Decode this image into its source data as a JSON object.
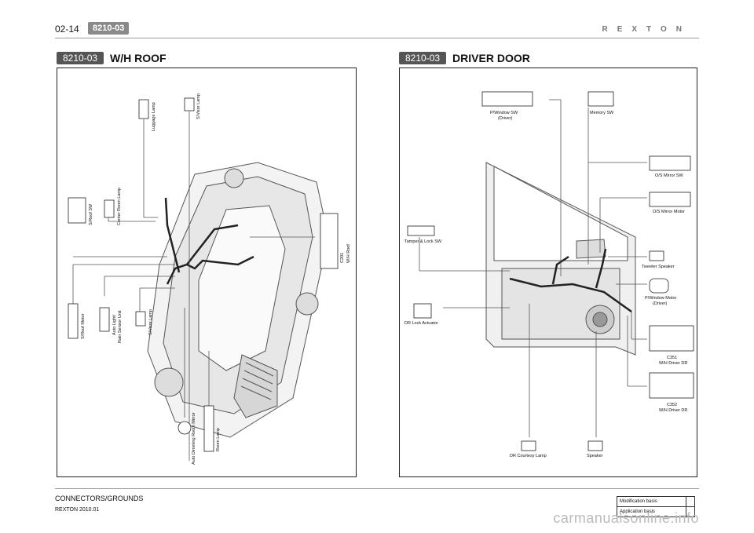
{
  "header": {
    "page_number": "02-14",
    "section_code": "8210-03",
    "brand": "REXTON"
  },
  "left_panel": {
    "tag": "8210-03",
    "title": "W/H ROOF",
    "labels": {
      "luggage_lamp": "Luggage Lamp",
      "svisor_lamp_top": "S/Visor Lamp",
      "sroof_sw": "S/Roof SW",
      "center_room_lamp": "Center Room Lamp",
      "c201": "C201",
      "wh_roof": "W/H Roof",
      "sroof_motor": "S/Roof Motor",
      "auto_light_rain": "Auto Light/",
      "rain_sensor": "Rain Sensor Unit",
      "svisor_lamp_bottom": "S/Visor Lamp",
      "auto_dimming": "Auto Dimming Room Mirror",
      "room_lamp": "Room Lamp"
    }
  },
  "right_panel": {
    "tag": "8210-03",
    "title": "DRIVER DOOR",
    "labels": {
      "pwindow_sw": "P/Window SW",
      "pwindow_sw_sub": "(Driver)",
      "memory_sw": "Memory SW",
      "os_mirror_sw": "O/S Mirror SW",
      "os_mirror_motor": "O/S Mirror Motor",
      "tamper_lock_sw": "Tamper & Lock SW",
      "tweeter_speaker": "Tweeter Speaker",
      "pwindow_motor": "P/Window Motor",
      "pwindow_motor_sub": "(Driver)",
      "dr_lock_actuator": "DR Lock Actuator",
      "c351": "C351",
      "c351_sub": "W/H Driver DR",
      "c352": "C352",
      "c352_sub": "W/H Driver DR",
      "dr_courtesy_lamp": "DR Courtesy Lamp",
      "speaker": "Speaker"
    }
  },
  "footer": {
    "section": "CONNECTORS/GROUNDS",
    "model": "REXTON 2010.01",
    "modification_basis": "Modification basis",
    "application_basis": "Application basis",
    "watermark": "carmanualsonline.info"
  }
}
